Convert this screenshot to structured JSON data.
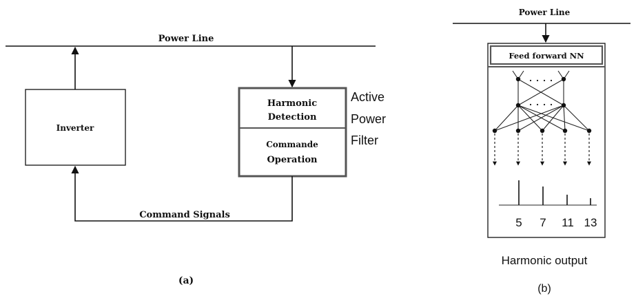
{
  "diagram_a": {
    "power_line_label": "Power Line",
    "inverter_label": "Inverter",
    "harmonic_detection_line1": "Harmonic",
    "harmonic_detection_line2": "Detection",
    "command_operation_line1": "Commande",
    "command_operation_line2": "Operation",
    "apf_label_line1": "Active",
    "apf_label_line2": "Power",
    "apf_label_line3": "Filter",
    "command_signals_label": "Command Signals",
    "caption": "(a)"
  },
  "diagram_b": {
    "power_line_label": "Power Line",
    "nn_title": "Feed forward NN",
    "harmonic_orders": [
      "5",
      "7",
      "11",
      "13"
    ],
    "harmonic_magnitudes": [
      1.0,
      0.75,
      0.42,
      0.28
    ],
    "output_label": "Harmonic output",
    "caption": "(b)"
  },
  "colors": {
    "ink": "#111111",
    "background": "#ffffff"
  }
}
